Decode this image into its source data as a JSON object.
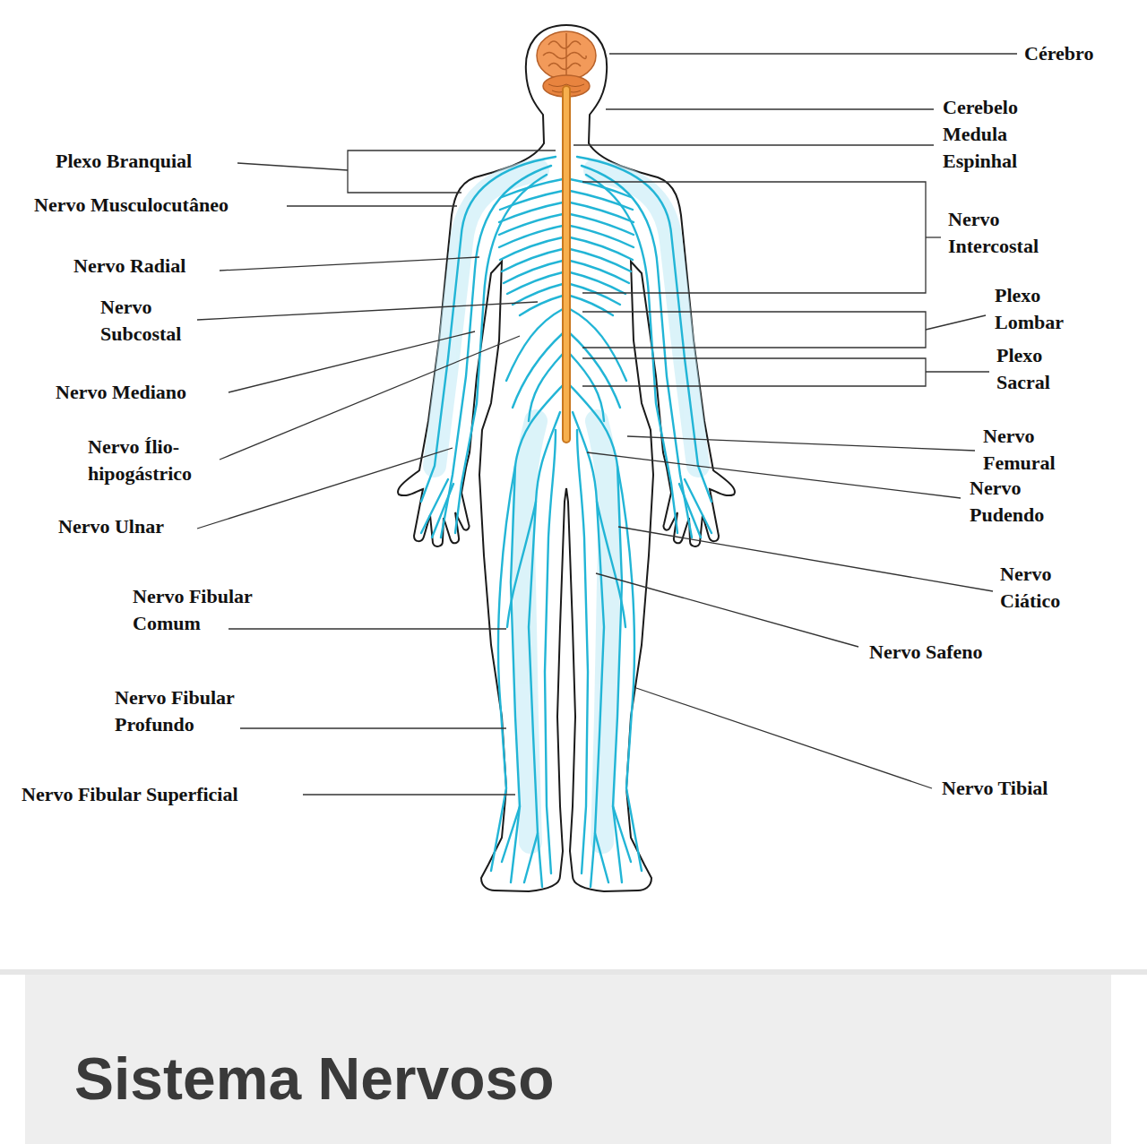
{
  "diagram": {
    "title": "Sistema Nervoso",
    "labels": [
      "Cérebro",
      "Cerebelo",
      "Medula Espinhal",
      "Plexo Branquial",
      "Nervo Musculocutâneo",
      "Nervo Intercostal",
      "Nervo Radial",
      "Plexo Lombar",
      "Nervo Subcostal",
      "Plexo Sacral",
      "Nervo Mediano",
      "Nervo Femural",
      "Nervo Ílio-hipogástrico",
      "Nervo Pudendo",
      "Nervo Ulnar",
      "Nervo Ciático",
      "Nervo Fibular Comum",
      "Nervo Safeno",
      "Nervo Fibular Profundo",
      "Nervo Tibial",
      "Nervo Fibular Superficial"
    ]
  }
}
